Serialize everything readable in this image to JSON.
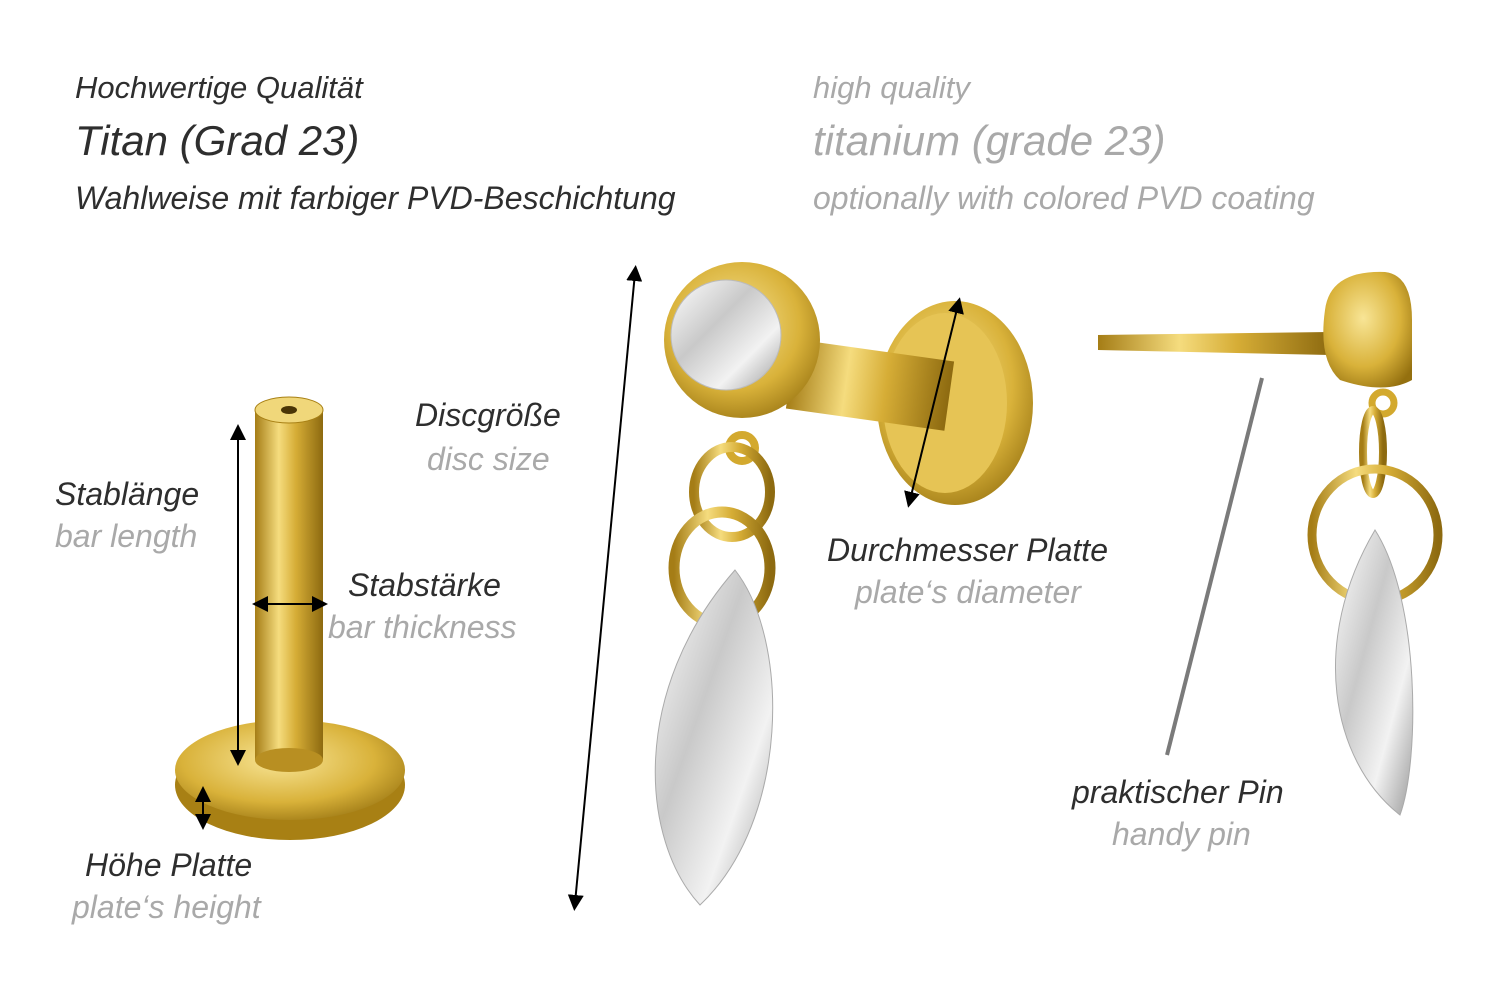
{
  "header": {
    "de": {
      "line1": "Hochwertige Qualität",
      "line2": "Titan (Grad 23)",
      "line3": "Wahlweise mit farbiger PVD-Beschichtung"
    },
    "en": {
      "line1": "high quality",
      "line2": "titanium (grade 23)",
      "line3": "optionally with colored PVD coating"
    }
  },
  "labels": {
    "disc_size": {
      "de": "Discgröße",
      "en": "disc size"
    },
    "bar_length": {
      "de": "Stablänge",
      "en": "bar length"
    },
    "bar_thickness": {
      "de": "Stabstärke",
      "en": "bar thickness"
    },
    "plate_height": {
      "de": "Höhe Platte",
      "en": "plate‘s height"
    },
    "plate_diameter": {
      "de": "Durchmesser Platte",
      "en": "plate‘s diameter"
    },
    "pin": {
      "de": "praktischer Pin",
      "en": "handy pin"
    }
  },
  "colors": {
    "gold": "#d9b23a",
    "gold_light": "#f6e08a",
    "gold_dark": "#9c7714",
    "text_de": "#2e2e2e",
    "text_en": "#a9a9a9"
  }
}
